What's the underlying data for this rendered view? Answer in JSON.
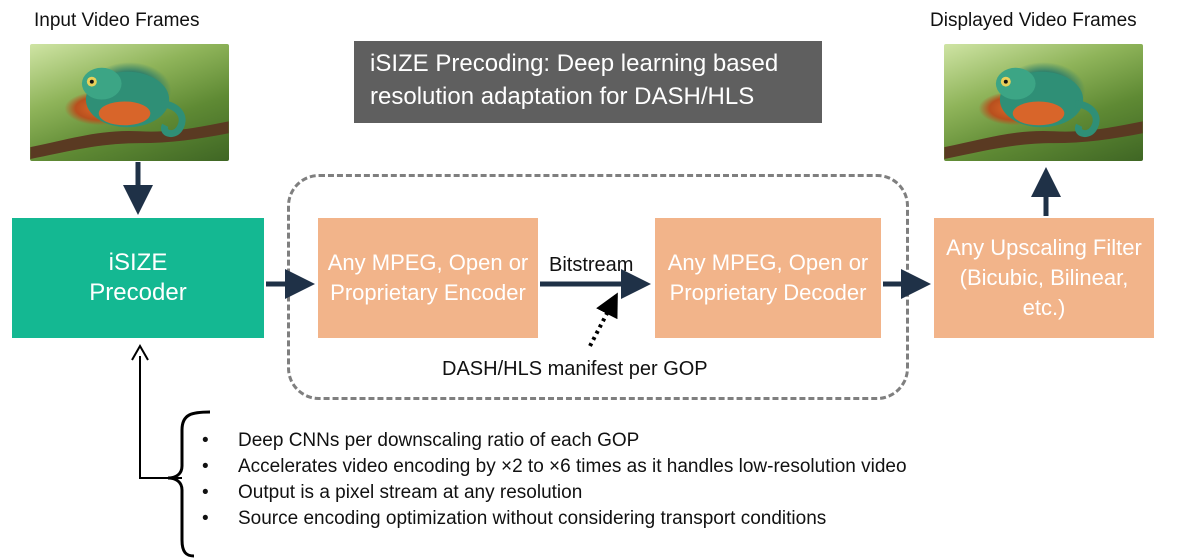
{
  "labels": {
    "input_frames": "Input Video Frames",
    "displayed_frames": "Displayed Video Frames"
  },
  "title_box": {
    "line1": "iSIZE Precoding: Deep learning based",
    "line2": "resolution adaptation for DASH/HLS"
  },
  "precoder": {
    "line1": "iSIZE",
    "line2": "Precoder"
  },
  "encoder": {
    "text": "Any MPEG, Open or Proprietary Encoder"
  },
  "decoder": {
    "text": "Any MPEG, Open or Proprietary Decoder"
  },
  "upscaler": {
    "text": "Any Upscaling Filter (Bicubic, Bilinear, etc.)"
  },
  "bitstream_label": "Bitstream",
  "manifest_label": "DASH/HLS manifest per GOP",
  "bullets": [
    "Deep CNNs per downscaling ratio of each GOP",
    "Accelerates video encoding by ×2 to ×6 times as it handles low-resolution video",
    "Output is a pixel stream at any resolution",
    "Source encoding optimization without considering transport conditions"
  ],
  "colors": {
    "precoder": "#14b892",
    "process_box": "#f2b48a",
    "title_box": "#5f5f5f",
    "arrow": "#1f3147"
  },
  "icons": [
    "chameleon-photo",
    "chameleon-photo"
  ]
}
